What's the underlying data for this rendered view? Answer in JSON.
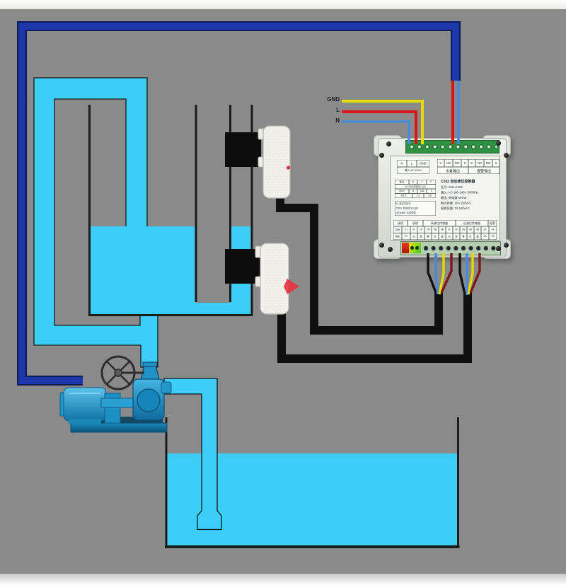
{
  "labels": {
    "gnd": "GND",
    "live": "L",
    "neutral": "N"
  },
  "colors": {
    "background": "#8a8a8a",
    "water": "#3bcef8",
    "cable_core": "#1d37ab",
    "cable_outline": "#0a1a55",
    "signal_cable": "#101010",
    "wire_red": "#dd1414",
    "wire_yellow": "#e4da04",
    "wire_blue": "#4c88da",
    "wire_dark_red": "#7c1818",
    "indicator_red": "#e6303e",
    "terminal_green": "#2f9242",
    "pump_blue": "#1e94c8"
  },
  "board": {
    "input_table": {
      "h": [
        "N",
        "L",
        "GND"
      ],
      "row": "输入AC 220V"
    },
    "output_table": {
      "h": [
        "C",
        "NC",
        "NO",
        "S",
        "C",
        "NC",
        "NO",
        "S"
      ],
      "groups": [
        "水泵输出",
        "报警输出"
      ]
    },
    "title": "C102 自动液位控制器",
    "specs": [
      "型号: SNL-C102",
      "输入: AC 100-240V 50/60Hz",
      "输出: 继电器 MA/W",
      "触点容量: 10A 250VAC",
      "报警容量: 10 100VAC"
    ],
    "fuse_table": {
      "r1": [
        "型号",
        "A",
        "2",
        "F"
      ],
      "r2": "AC250V(阻性) 10A",
      "r3": [
        "250V",
        "A",
        "10A",
        "1"
      ],
      "r4": [
        "M3.5",
        "1.5",
        "3.8"
      ]
    },
    "notes": [
      "K1 接高位探头",
      "T580L 自动(B7)(G)(K)",
      "(K2)ABRL 手动停泵"
    ],
    "wiring_table": {
      "header": [
        "接线",
        "说明",
        "高液位传感器",
        "低液位传感器",
        "报警"
      ],
      "row1": [
        "供水",
        "K1",
        "M",
        "1P",
        "2N",
        "3B",
        "4B",
        "M",
        "1P",
        "2N",
        "3B",
        "4B",
        "2A",
        "1A"
      ],
      "row2": [
        "排水",
        "K2",
        "白",
        "黑",
        "黄",
        "红",
        "蓝",
        "白",
        "黑",
        "黄",
        "红",
        "蓝",
        "2A",
        "1A"
      ]
    }
  }
}
